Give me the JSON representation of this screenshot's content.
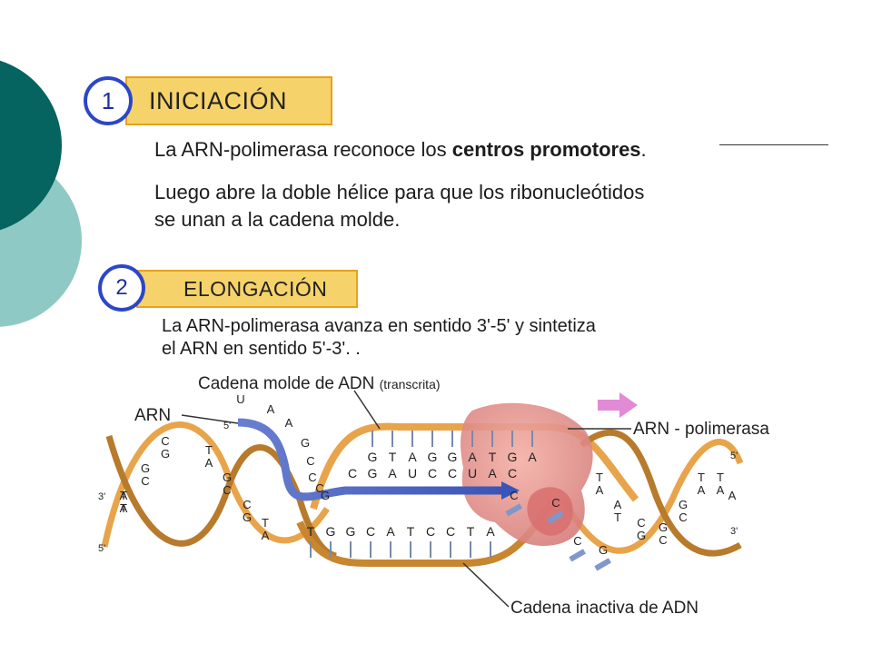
{
  "steps": [
    {
      "number": "1",
      "title": "INICIACIÓN"
    },
    {
      "number": "2",
      "title": "ELONGACIÓN"
    }
  ],
  "step1_text": {
    "line1_pre": "La ARN-polimerasa reconoce los ",
    "line1_bold": "centros promotores",
    "line1_post": ".",
    "line2": "Luego abre la doble hélice para que los ribonucleótidos",
    "line3": "se unan a la cadena molde."
  },
  "step2_text": {
    "line1": "La ARN-polimerasa avanza en sentido 3'-5' y sintetiza",
    "line2": "el ARN en sentido 5'-3'. ."
  },
  "diagram_labels": {
    "template_strand": "Cadena molde de ADN",
    "template_note": "(transcrita)",
    "rna": "ARN",
    "polymerase": "ARN - polimerasa",
    "inactive_strand": "Cadena inactiva de ADN",
    "rna_5": "5'",
    "left_3": "3'",
    "left_5": "5'",
    "right_5": "5'",
    "right_3": "3'"
  },
  "bubble_top_bases": [
    "G",
    "T",
    "A",
    "G",
    "G",
    "A",
    "T",
    "G",
    "A"
  ],
  "bubble_mid_bases": [
    "C",
    "G",
    "A",
    "U",
    "C",
    "C",
    "U",
    "A",
    "C"
  ],
  "bubble_bottom_bases": [
    "T",
    "G",
    "G",
    "C",
    "A",
    "T",
    "C",
    "C",
    "T",
    "A"
  ],
  "rna_tail_bases": [
    "U",
    "A",
    "A",
    "G",
    "C",
    "C",
    "C",
    "G"
  ],
  "left_helix_bases": [
    "T",
    "A",
    "G",
    "C",
    "C",
    "G",
    "T",
    "A",
    "G",
    "C",
    "C",
    "G",
    "T",
    "A",
    "A",
    "T"
  ],
  "right_helix_bases": [
    "T",
    "A",
    "A",
    "T",
    "C",
    "G",
    "G",
    "C",
    "G",
    "C",
    "T",
    "A",
    "T",
    "A",
    "A"
  ],
  "free_nucleotides": [
    "C",
    "C",
    "C",
    "G"
  ],
  "colors": {
    "dark_teal": "#056360",
    "light_teal": "#8fc9c5",
    "circle_blue": "#2b46c8",
    "box_fill": "#f6d36a",
    "box_border": "#e8a11e",
    "dna_orange": "#e8a44a",
    "rna_blue": "#5b73c4",
    "polymerase_pink": "#e08a8a",
    "arrow_pink": "#e18ad6"
  }
}
